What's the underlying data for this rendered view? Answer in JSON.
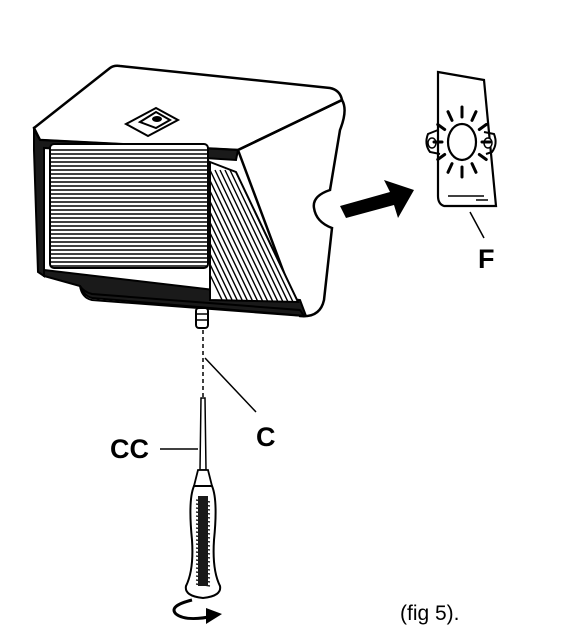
{
  "labels": {
    "bracket": "F",
    "screw": "C",
    "screwdriver": "CC"
  },
  "caption": "(fig 5).",
  "colors": {
    "ink": "#000000",
    "background": "#ffffff"
  },
  "icons": {
    "insert_arrow": "arrow-right-icon",
    "rotate": "rotate-arrow-icon"
  }
}
